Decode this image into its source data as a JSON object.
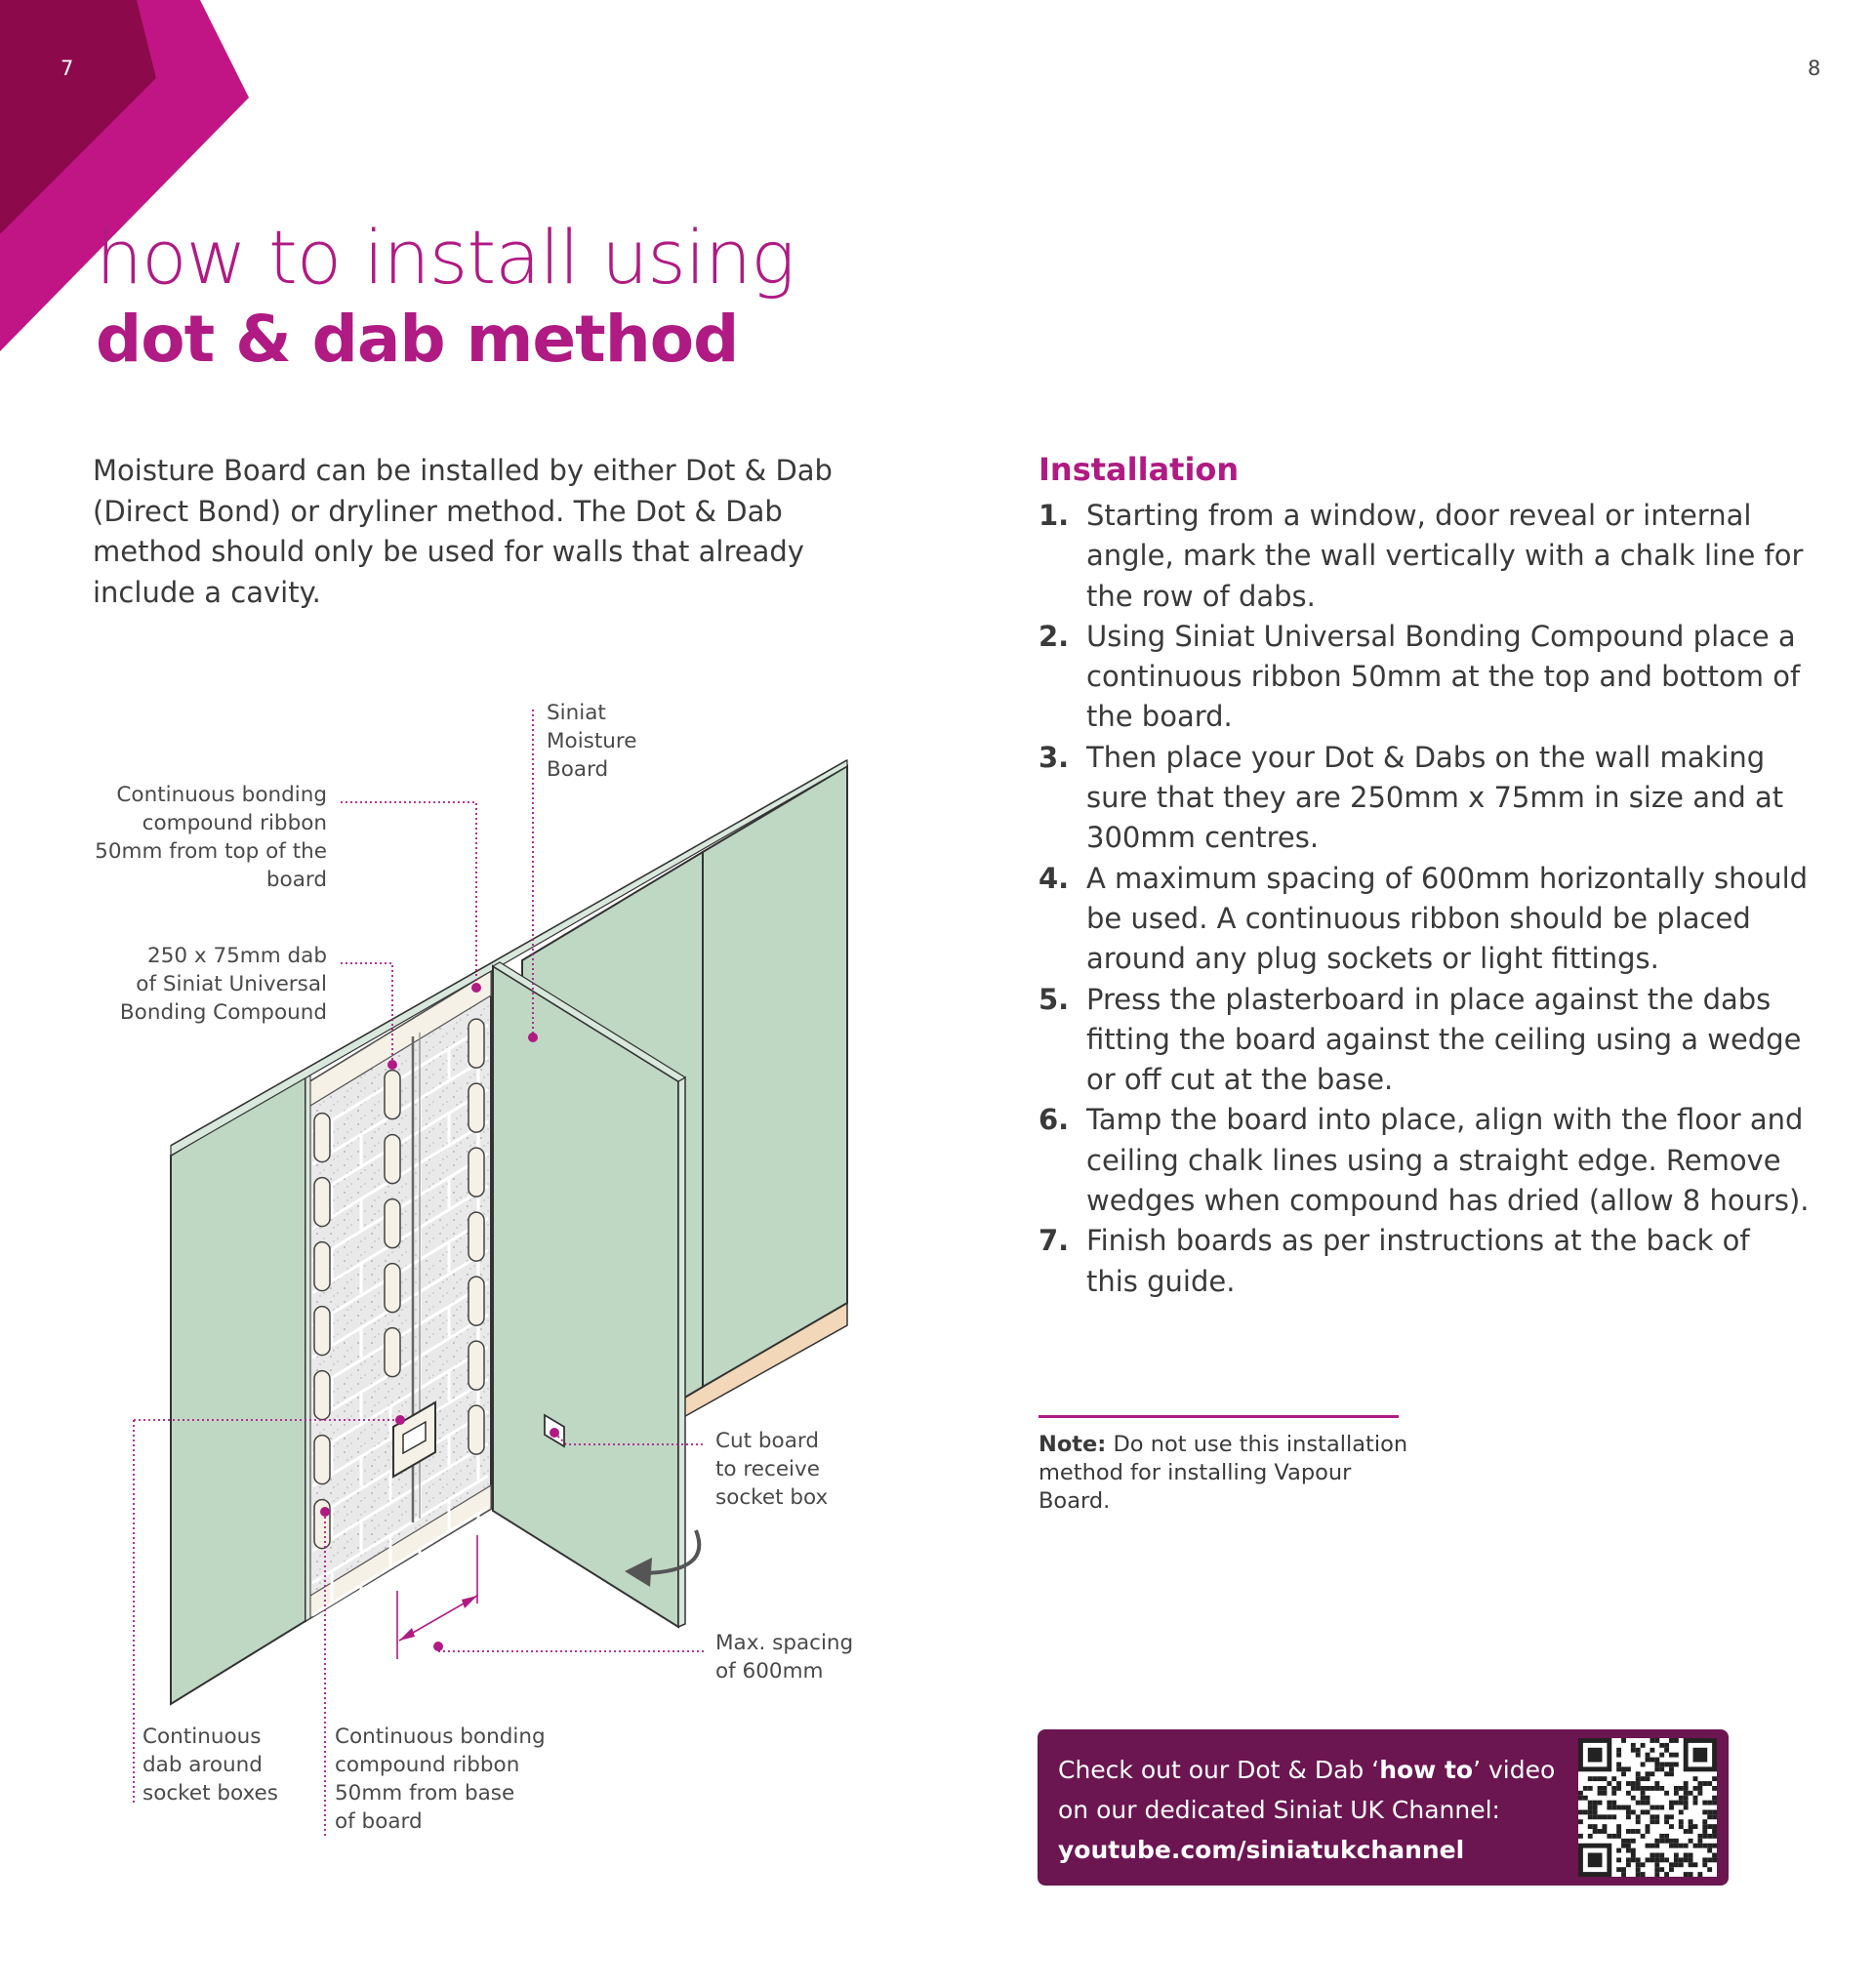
{
  "page_numbers": {
    "left": "7",
    "right": "8"
  },
  "title": {
    "line1": "how to install using",
    "line2": "dot & dab method"
  },
  "intro": "Moisture Board can be installed by either Dot & Dab (Direct Bond) or dryliner method. The Dot & Dab method should only be used for walls that already include a cavity.",
  "installation": {
    "heading": "Installation",
    "steps": [
      {
        "num": "1.",
        "text": "Starting from a window, door reveal or internal angle, mark the wall vertically with a chalk line for the row of dabs."
      },
      {
        "num": "2.",
        "text": "Using Siniat Universal Bonding Compound place a continuous ribbon 50mm at the top and bottom of the board."
      },
      {
        "num": "3.",
        "text": "Then place your Dot & Dabs on the wall making sure that they are 250mm x 75mm in size and at 300mm centres."
      },
      {
        "num": "4.",
        "text": "A maximum spacing of 600mm horizontally should be used. A continuous ribbon should be placed around any plug sockets or light fittings."
      },
      {
        "num": "5.",
        "text": "Press the plasterboard in place against the dabs fitting the board against the ceiling using a wedge or off cut at the base."
      },
      {
        "num": "6.",
        "text": "Tamp the board into place, align with the floor and ceiling chalk lines using a straight edge. Remove wedges when compound has dried (allow 8 hours)."
      },
      {
        "num": "7.",
        "text": "Finish boards as per instructions at the back of this guide."
      }
    ]
  },
  "note": {
    "label": "Note:",
    "text": " Do not use this installation method for installing Vapour Board."
  },
  "video": {
    "text_before": "Check out our Dot & Dab ‘",
    "text_bold": "how to",
    "text_after": "’ video on our dedicated Siniat UK Channel:",
    "url": "youtube.com/siniatukchannel"
  },
  "diagram_labels": {
    "moisture_board": [
      "Siniat",
      "Moisture",
      "Board"
    ],
    "ribbon_top": [
      "Continuous bonding",
      "compound ribbon",
      "50mm from top of the",
      "board"
    ],
    "dab_size": [
      "250 x 75mm dab",
      "of Siniat Universal",
      "Bonding Compound"
    ],
    "cut_board": [
      "Cut board",
      "to receive",
      "socket box"
    ],
    "max_spacing": [
      "Max. spacing",
      "of 600mm"
    ],
    "socket_dab": [
      "Continuous",
      "dab around",
      "socket boxes"
    ],
    "ribbon_base": [
      "Continuous bonding",
      "compound ribbon",
      "50mm from base",
      "of board"
    ]
  },
  "colors": {
    "accent": "#b01a83",
    "corner_dark": "#8c0a4b",
    "board_green": "#bfd8c4",
    "video_box": "#6b1650",
    "floor_tan": "#f2d7b8"
  }
}
